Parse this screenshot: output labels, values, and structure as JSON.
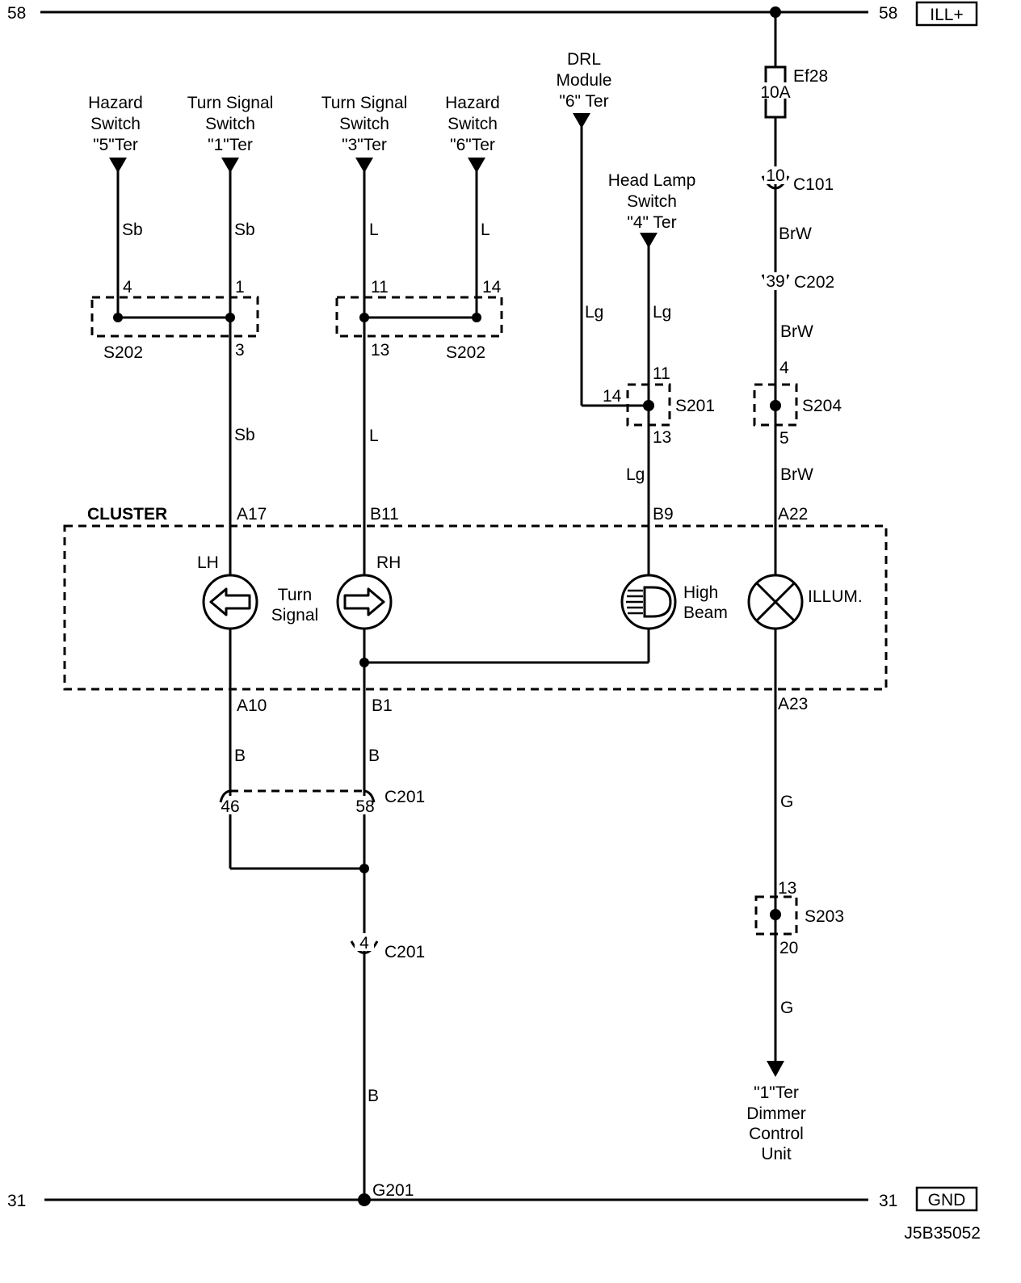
{
  "rails": {
    "top": {
      "left_number": "58",
      "right_number": "58",
      "tag": "ILL+"
    },
    "bottom": {
      "left_number": "31",
      "right_number": "31",
      "tag": "GND"
    }
  },
  "drawing_id": "J5B35052",
  "sources": {
    "hazard_5": [
      "Hazard",
      "Switch",
      "\"5\"Ter"
    ],
    "turn_1": [
      "Turn Signal",
      "Switch",
      "\"1\"Ter"
    ],
    "turn_3": [
      "Turn Signal",
      "Switch",
      "\"3\"Ter"
    ],
    "hazard_6": [
      "Hazard",
      "Switch",
      "\"6\"Ter"
    ],
    "drl": [
      "DRL",
      "Module",
      "\"6\" Ter"
    ],
    "headlamp": [
      "Head Lamp",
      "Switch",
      "\"4\" Ter"
    ],
    "dimmer": [
      "\"1\"Ter",
      "Dimmer",
      "Control",
      "Unit"
    ]
  },
  "wire_colors": {
    "sb": "Sb",
    "l": "L",
    "lg": "Lg",
    "brw": "BrW",
    "b": "B",
    "g": "G"
  },
  "fuse": {
    "name": "Ef28",
    "rating": "10A"
  },
  "connectors": {
    "c101": {
      "name": "C101",
      "pin": "10"
    },
    "c202": {
      "name": "C202",
      "pin": "39"
    },
    "c201_a": {
      "name": "C201",
      "pins": [
        "46",
        "58"
      ]
    },
    "c201_b": {
      "name": "C201",
      "pin": "4"
    }
  },
  "splices": {
    "s202_left": {
      "name": "S202",
      "pins": [
        "4",
        "1",
        "3"
      ]
    },
    "s202_right": {
      "name": "S202",
      "pins": [
        "11",
        "14",
        "13"
      ]
    },
    "s201": {
      "name": "S201",
      "pins": [
        "11",
        "14",
        "13"
      ]
    },
    "s204": {
      "name": "S204",
      "pins": [
        "4",
        "5"
      ]
    },
    "s203": {
      "name": "S203",
      "pins": [
        "13",
        "20"
      ]
    }
  },
  "cluster": {
    "title": "CLUSTER",
    "pins": {
      "a17": "A17",
      "b11": "B11",
      "b9": "B9",
      "a22": "A22",
      "a10": "A10",
      "b1": "B1",
      "a23": "A23"
    },
    "lh": "LH",
    "rh": "RH",
    "turn_signal": [
      "Turn",
      "Signal"
    ],
    "high_beam": [
      "High",
      "Beam"
    ],
    "illum": "ILLUM."
  },
  "ground": "G201"
}
